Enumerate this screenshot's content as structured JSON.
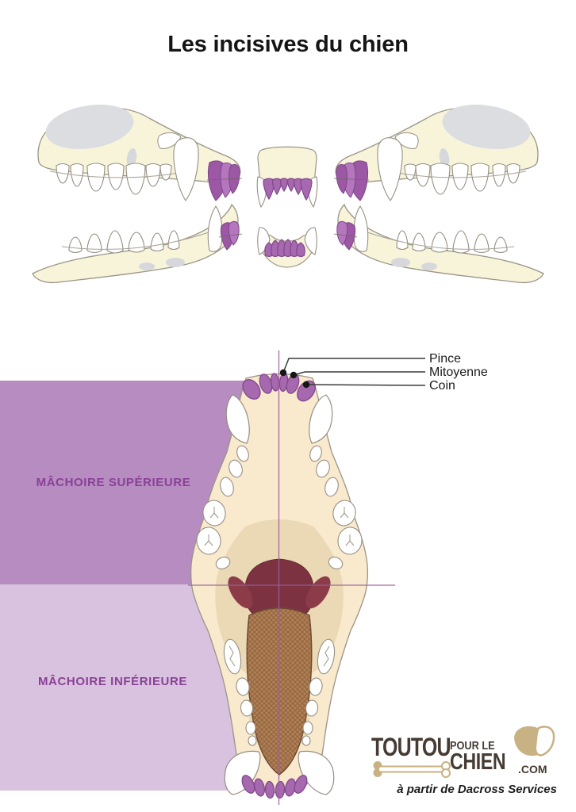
{
  "title": "Les incisives du chien",
  "callouts": {
    "pince": "Pince",
    "mitoyenne": "Mitoyenne",
    "coin": "Coin"
  },
  "jaw_bands": {
    "upper": "MÂCHOIRE SUPÉRIEURE",
    "lower": "MÂCHOIRE INFÉRIEURE"
  },
  "logo": {
    "brand_top": "TOUTOU",
    "brand_middle": "POUR LE",
    "brand_bottom": "CHIEN",
    "brand_suffix": ".COM",
    "credit": "à partir de Dacross Services"
  },
  "colors": {
    "band_upper": "#b68cc1",
    "band_lower": "#d9c2df",
    "band_label": "#8a4096",
    "incisor_purple": "#a668ae",
    "incisor_outline": "#82478c",
    "skull_cream": "#f8f4da",
    "palate_cream": "#f9e9cd",
    "inner_mouth": "#ead9b4",
    "soft_palate_maroon": "#7c3240",
    "tonsil_maroon": "#8c3c49",
    "tongue_brown": "#b18054",
    "midline_purple": "#9e5fa0",
    "callout_line": "#3c3c3c",
    "logo_dark": "#453b33",
    "logo_tan": "#c8b183"
  }
}
